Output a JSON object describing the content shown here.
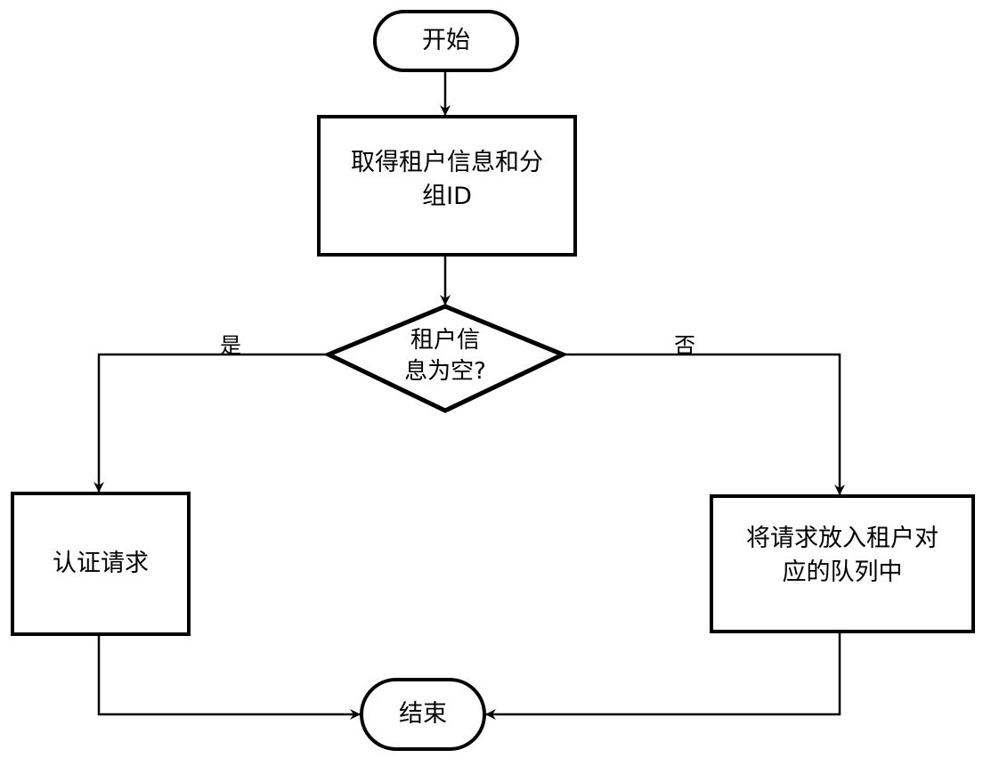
{
  "diagram": {
    "type": "flowchart",
    "colors": {
      "stroke": "#000000",
      "fill": "#ffffff",
      "text": "#000000"
    },
    "nodes": {
      "start": {
        "shape": "terminal",
        "label": "开始"
      },
      "get_info": {
        "shape": "process",
        "line1": "取得租户信息和分",
        "line2": "组ID"
      },
      "decision": {
        "shape": "decision",
        "line1": "租户信",
        "line2": "息为空?"
      },
      "authenticate": {
        "shape": "process",
        "label": "认证请求"
      },
      "enqueue": {
        "shape": "process",
        "line1": "将请求放入租户对",
        "line2": "应的队列中"
      },
      "end": {
        "shape": "terminal",
        "label": "结束"
      }
    },
    "edges": [
      {
        "from": "start",
        "to": "get_info",
        "label": ""
      },
      {
        "from": "get_info",
        "to": "decision",
        "label": ""
      },
      {
        "from": "decision",
        "to": "authenticate",
        "label": "是"
      },
      {
        "from": "decision",
        "to": "enqueue",
        "label": "否"
      },
      {
        "from": "authenticate",
        "to": "end",
        "label": ""
      },
      {
        "from": "enqueue",
        "to": "end",
        "label": ""
      }
    ],
    "edge_labels": {
      "yes": "是",
      "no": "否"
    }
  }
}
